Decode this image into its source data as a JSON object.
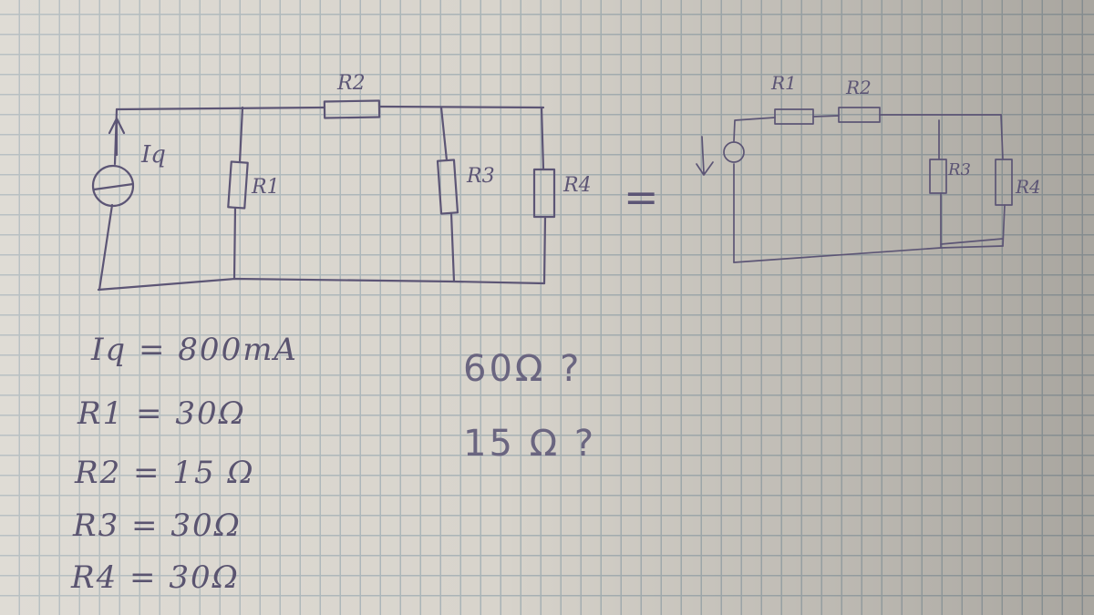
{
  "left_circuit": {
    "source_label": "Iq",
    "r1_label": "R1",
    "r2_label": "R2",
    "r3_label": "R3",
    "r4_label": "R4"
  },
  "equals_sign": "=",
  "right_circuit": {
    "r1_label": "R1",
    "r2_label": "R2",
    "r3_label": "R3",
    "r4_label": "R4"
  },
  "given_values": [
    "Iq = 800mA",
    "R1 = 30Ω",
    "R2 = 15 Ω",
    "R3 = 30Ω",
    "R4 = 30Ω"
  ],
  "notes": [
    "60Ω ?",
    "15 Ω ?"
  ],
  "colors": {
    "ink": "#5c5575",
    "paper": "#d8d4cc",
    "grid": "#a9b3b6"
  }
}
